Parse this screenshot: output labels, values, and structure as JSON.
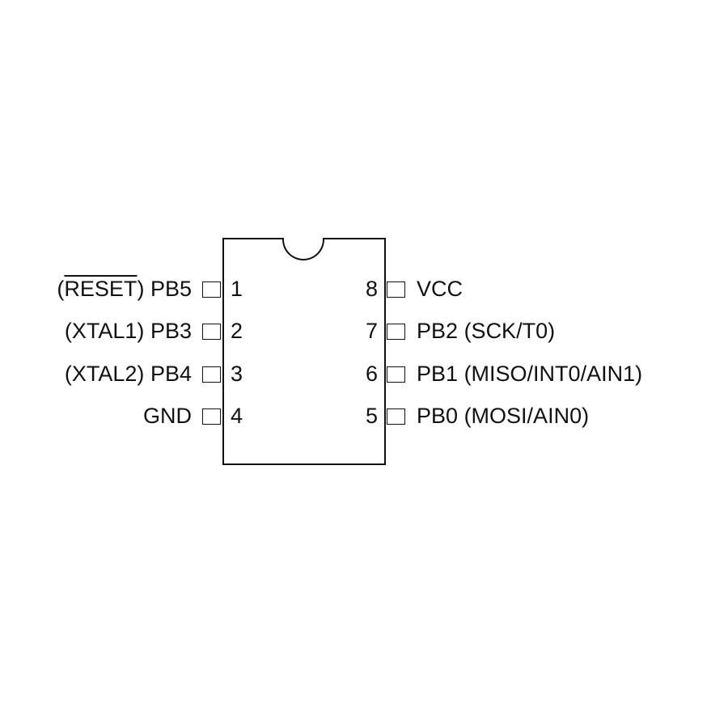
{
  "chip": {
    "left_pins": [
      {
        "number": "1",
        "prefix": "(",
        "overbar_text": "RESET",
        "suffix": ")",
        "name": "PB5"
      },
      {
        "number": "2",
        "prefix": "(XTAL1)",
        "overbar_text": "",
        "suffix": "",
        "name": "PB3"
      },
      {
        "number": "3",
        "prefix": "(XTAL2)",
        "overbar_text": "",
        "suffix": "",
        "name": "PB4"
      },
      {
        "number": "4",
        "prefix": "",
        "overbar_text": "",
        "suffix": "",
        "name": "GND"
      }
    ],
    "right_pins": [
      {
        "number": "8",
        "name": "VCC",
        "function": ""
      },
      {
        "number": "7",
        "name": "PB2",
        "function": "(SCK/T0)"
      },
      {
        "number": "6",
        "name": "PB1",
        "function": "(MISO/INT0/AIN1)"
      },
      {
        "number": "5",
        "name": "PB0",
        "function": "(MOSI/AIN0)"
      }
    ]
  }
}
